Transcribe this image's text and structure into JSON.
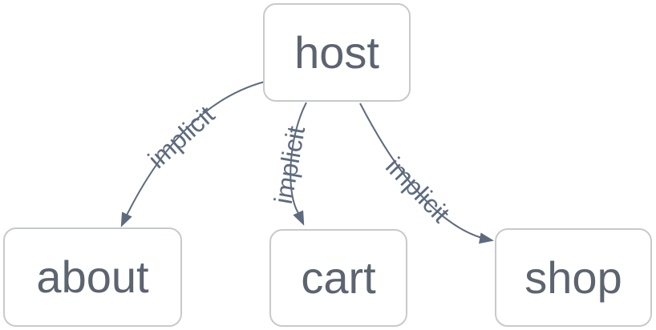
{
  "diagram": {
    "type": "dependency-graph",
    "colors": {
      "background": "#ffffff",
      "node_background": "#ffffff",
      "node_border": "#c7c9cc",
      "node_text": "#5c6470",
      "edge": "#5e6a7e",
      "edge_label_text": "#5e6a7e"
    },
    "nodes": [
      {
        "id": "host",
        "label": "host"
      },
      {
        "id": "about",
        "label": "about"
      },
      {
        "id": "cart",
        "label": "cart"
      },
      {
        "id": "shop",
        "label": "shop"
      }
    ],
    "edges": [
      {
        "from": "host",
        "to": "about",
        "label": "implicit"
      },
      {
        "from": "host",
        "to": "cart",
        "label": "implicit"
      },
      {
        "from": "host",
        "to": "shop",
        "label": "implicit"
      }
    ]
  }
}
